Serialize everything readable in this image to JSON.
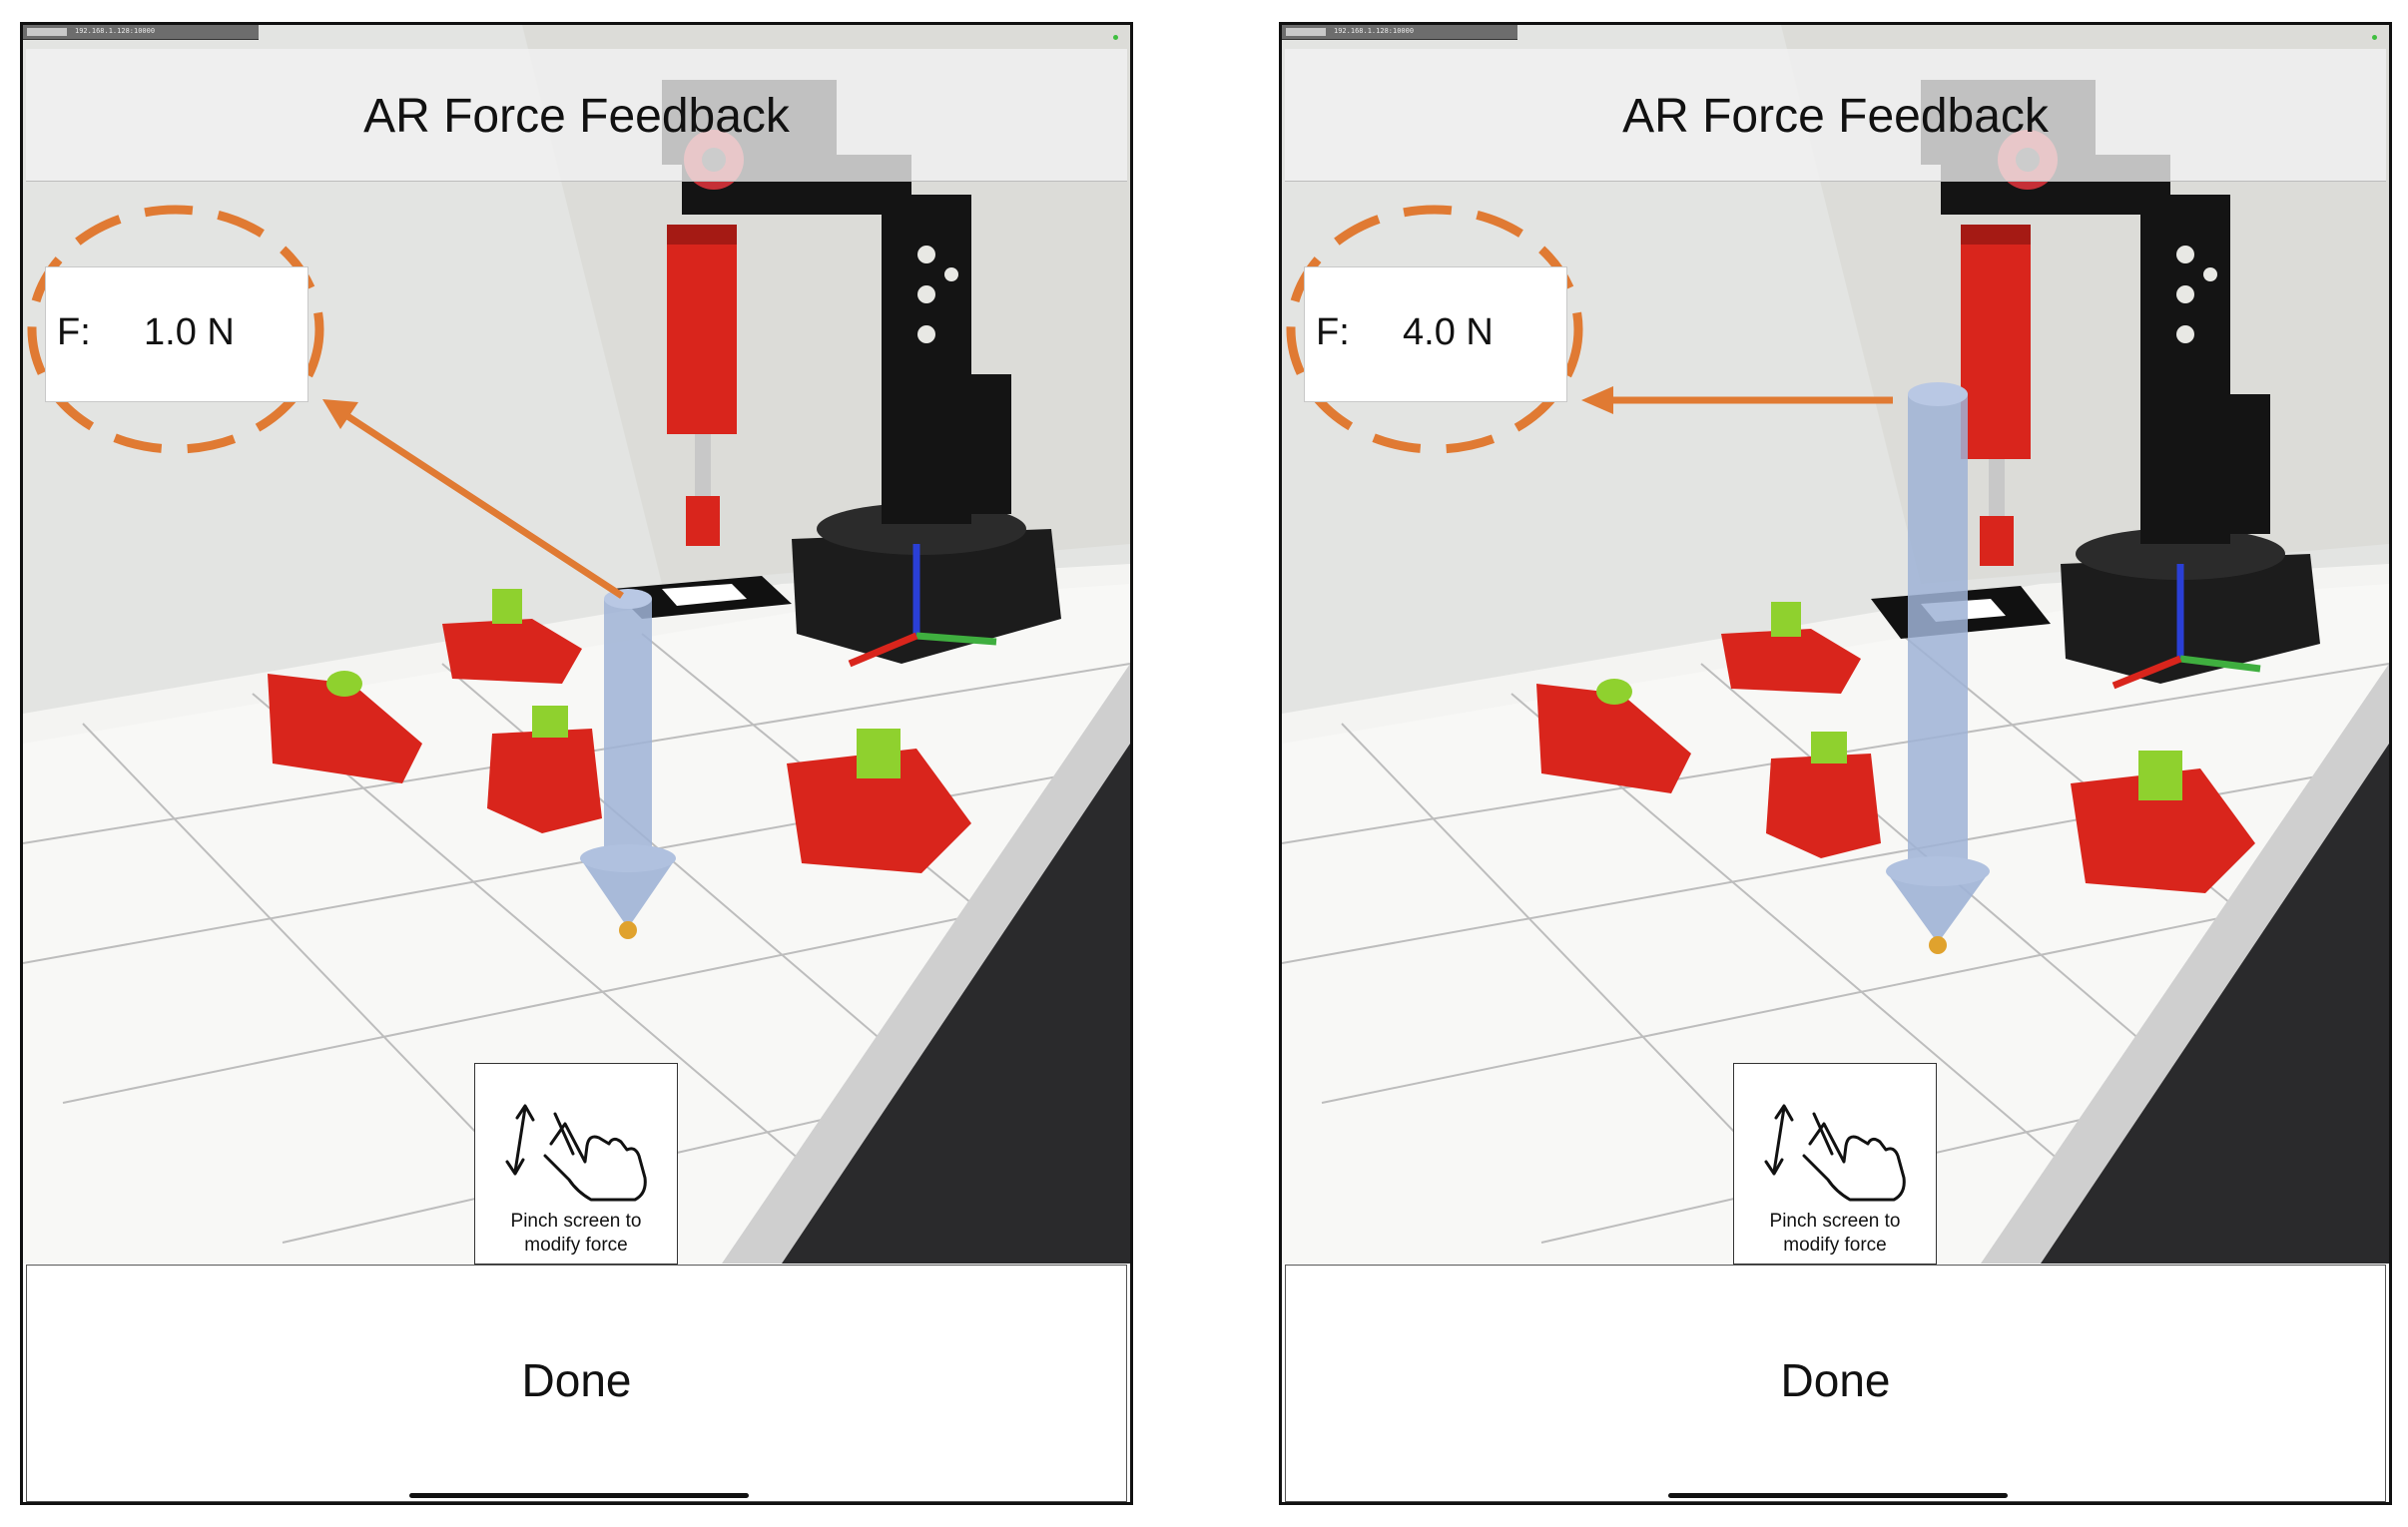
{
  "panels": [
    {
      "id": "left",
      "status_text": "192.168.1.128:10000",
      "title": "AR Force Feedback",
      "force": {
        "label": "F:",
        "value": "1.0 N"
      },
      "hint": "Pinch screen to\nmodify force",
      "done_label": "Done"
    },
    {
      "id": "right",
      "status_text": "192.168.1.128:10000",
      "title": "AR Force Feedback",
      "force": {
        "label": "F:",
        "value": "4.0 N"
      },
      "hint": "Pinch screen to\nmodify force",
      "done_label": "Done"
    }
  ],
  "colors": {
    "annotation_orange": "#e07a33",
    "robot_red": "#d9251c",
    "cylinder_blue": "#9fb3d6",
    "peg_green": "#8fd12e",
    "axis_x": "#d9251c",
    "axis_y": "#3fae3f",
    "axis_z": "#2a3fd6"
  },
  "icons": [
    "pinch-gesture-icon",
    "vertical-double-arrow-icon"
  ]
}
